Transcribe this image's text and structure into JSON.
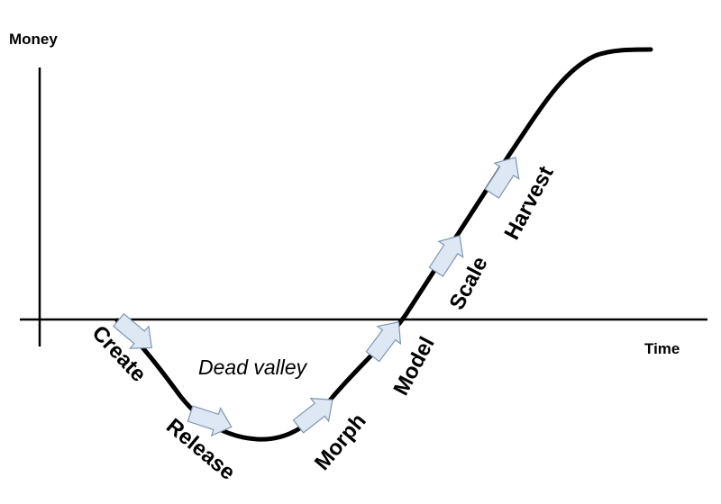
{
  "axes": {
    "y_label": "Money",
    "x_label": "Time"
  },
  "curve": {
    "region_label": "Dead valley"
  },
  "stages": [
    {
      "id": "create",
      "label": "Create"
    },
    {
      "id": "release",
      "label": "Release"
    },
    {
      "id": "morph",
      "label": "Morph"
    },
    {
      "id": "model",
      "label": "Model"
    },
    {
      "id": "scale",
      "label": "Scale"
    },
    {
      "id": "harvest",
      "label": "Harvest"
    }
  ],
  "colors": {
    "curve": "#000000",
    "axes": "#000000",
    "arrow_fill": "#dde8f4",
    "arrow_stroke": "#7f96b2",
    "background": "#ffffff"
  }
}
